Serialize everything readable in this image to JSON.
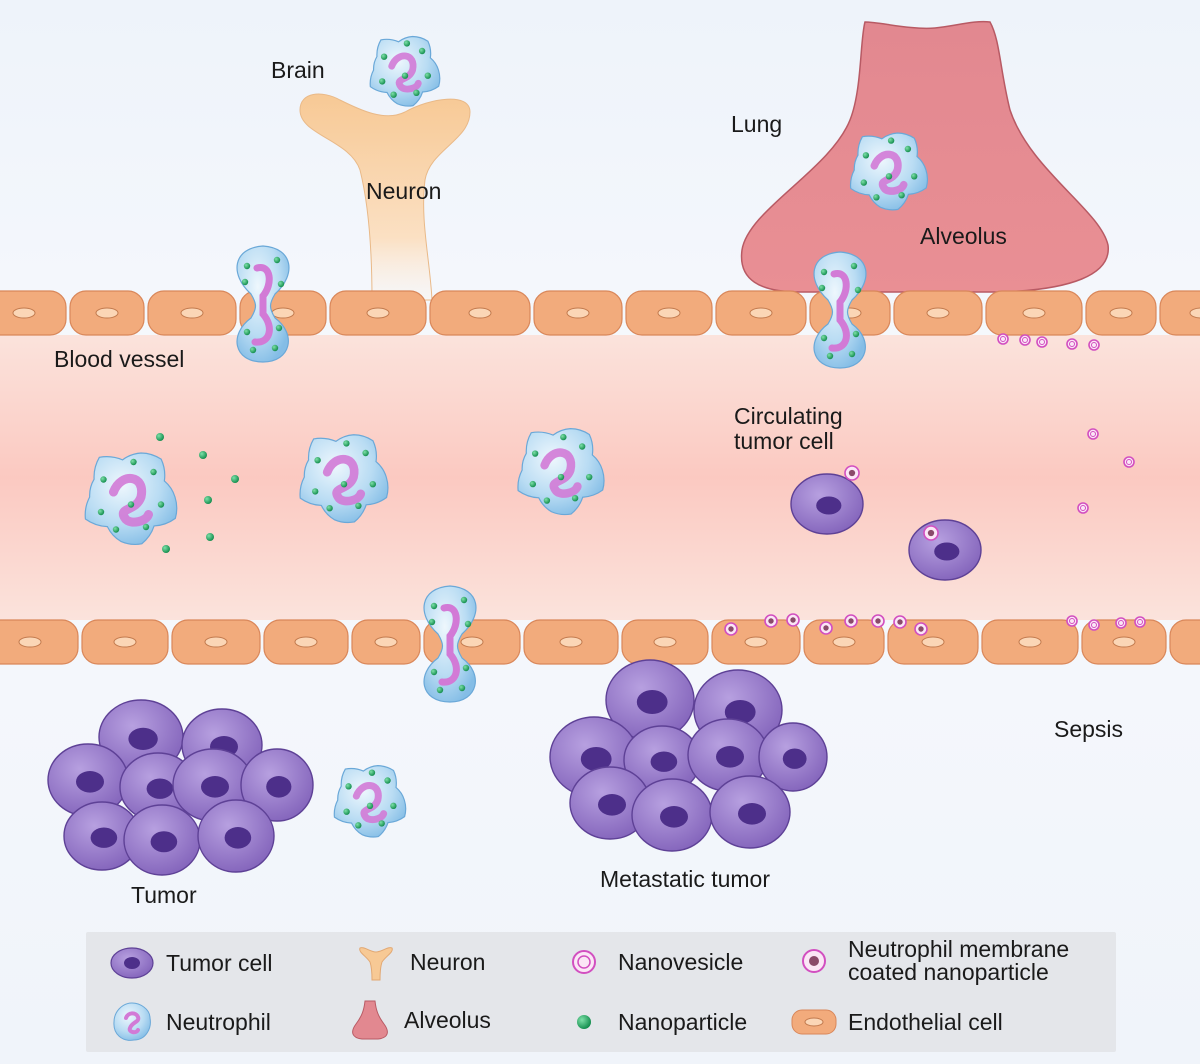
{
  "labels": {
    "brain": "Brain",
    "neuron": "Neuron",
    "lung": "Lung",
    "alveolus": "Alveolus",
    "blood_vessel": "Blood vessel",
    "circulating_tumor_cell": "Circulating\ntumor cell",
    "sepsis": "Sepsis",
    "tumor": "Tumor",
    "metastatic_tumor": "Metastatic tumor"
  },
  "legend": [
    {
      "label": "Tumor cell",
      "icon": "tumor-cell-icon"
    },
    {
      "label": "Neuron",
      "icon": "neuron-icon"
    },
    {
      "label": "Nanovesicle",
      "icon": "nanovesicle-icon"
    },
    {
      "label": "Neutrophil membrane\ncoated nanoparticle",
      "icon": "coated-nanoparticle-icon"
    },
    {
      "label": "Neutrophil",
      "icon": "neutrophil-icon"
    },
    {
      "label": "Alveolus",
      "icon": "alveolus-icon"
    },
    {
      "label": "Nanoparticle",
      "icon": "nanoparticle-icon"
    },
    {
      "label": "Endothelial cell",
      "icon": "endothelial-cell-icon"
    }
  ],
  "colors": {
    "endothelial": "#f2ab7c",
    "vessel_lumen": "#fbd6cf",
    "tumor_cell": "#9474c6",
    "neutrophil": "#a9d3f0",
    "nucleus": "#d27ad6",
    "nanoparticle": "#1aa260",
    "alveolus": "#dc7880",
    "neuron": "#f7cfa3",
    "nanovesicle": "#d24fc0"
  }
}
